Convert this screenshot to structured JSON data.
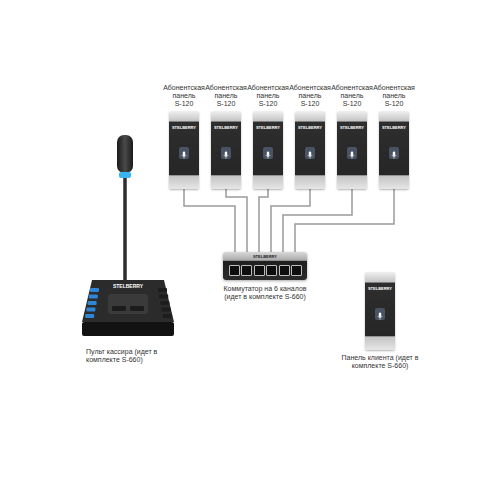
{
  "diagram": {
    "nodes": [
      {
        "text": [
          "Абонентская панель S-120",
          "STELBERRY"
        ]
      },
      {
        "text": [
          "Абонентская панель S-120",
          "STELBERRY"
        ]
      },
      {
        "text": [
          "Абонентская панель S-120",
          "STELBERRY"
        ]
      },
      {
        "text": [
          "Абонентская панель S-120",
          "STELBERRY"
        ]
      },
      {
        "text": [
          "Абонентская панель S-120",
          "STELBERRY"
        ]
      },
      {
        "text": [
          "Абонентская панель S-120",
          "STELBERRY"
        ]
      },
      {
        "text": [
          "Коммутатор на 6 каналов (идет в комплекте S-660)",
          "STELBERRY"
        ]
      },
      {
        "text": [
          "Пульт кассира (идет в комплекте S-660)",
          "STELBERRY"
        ]
      },
      {
        "text": [
          "Панель клиента (идет в комплекте S-660)",
          "STELBERRY"
        ]
      }
    ],
    "edges": [
      {
        "from": 0,
        "to": 6,
        "arrow": "none"
      },
      {
        "from": 1,
        "to": 6,
        "arrow": "none"
      },
      {
        "from": 2,
        "to": 6,
        "arrow": "none"
      },
      {
        "from": 3,
        "to": 6,
        "arrow": "none"
      },
      {
        "from": 4,
        "to": 6,
        "arrow": "none"
      },
      {
        "from": 5,
        "to": 6,
        "arrow": "none"
      }
    ]
  }
}
